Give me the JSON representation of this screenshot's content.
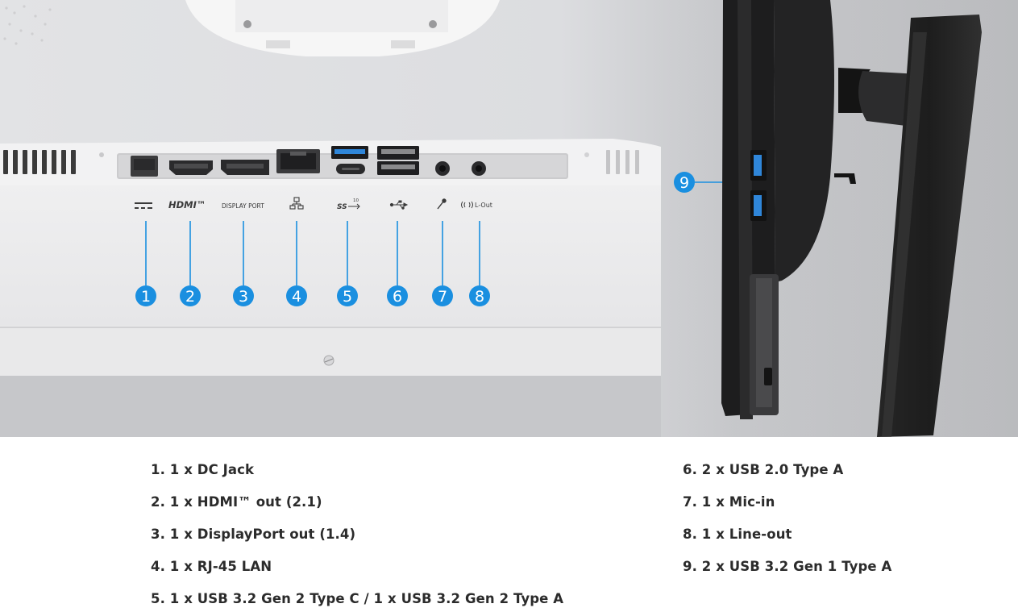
{
  "port_labels": {
    "hdmi": "HDMI™",
    "displayport": "DISPLAY PORT",
    "usb_superspeed": "SS",
    "usb_superspeed_rate": "10",
    "line_out": "L-Out"
  },
  "callouts": [
    "1",
    "2",
    "3",
    "4",
    "5",
    "6",
    "7",
    "8",
    "9"
  ],
  "spec_list": {
    "left": [
      "1. 1 x DC Jack",
      "2. 1 x HDMI™ out (2.1)",
      "3. 1 x DisplayPort out (1.4)",
      "4. 1 x RJ-45 LAN",
      "5. 1 x USB 3.2 Gen 2 Type C / 1 x USB 3.2 Gen 2 Type A"
    ],
    "right": [
      "6. 2 x USB 2.0 Type A",
      "7. 1 x Mic-in",
      "8. 1 x Line-out",
      "9. 2 x USB 3.2 Gen 1 Type A"
    ]
  },
  "colors": {
    "callout_blue": "#1a8fe0",
    "usb3_blue": "#2f86d9",
    "text_dark": "#2b2b2b",
    "monitor_black": "#1c1c1c",
    "photo_grey": "#b9babd"
  }
}
